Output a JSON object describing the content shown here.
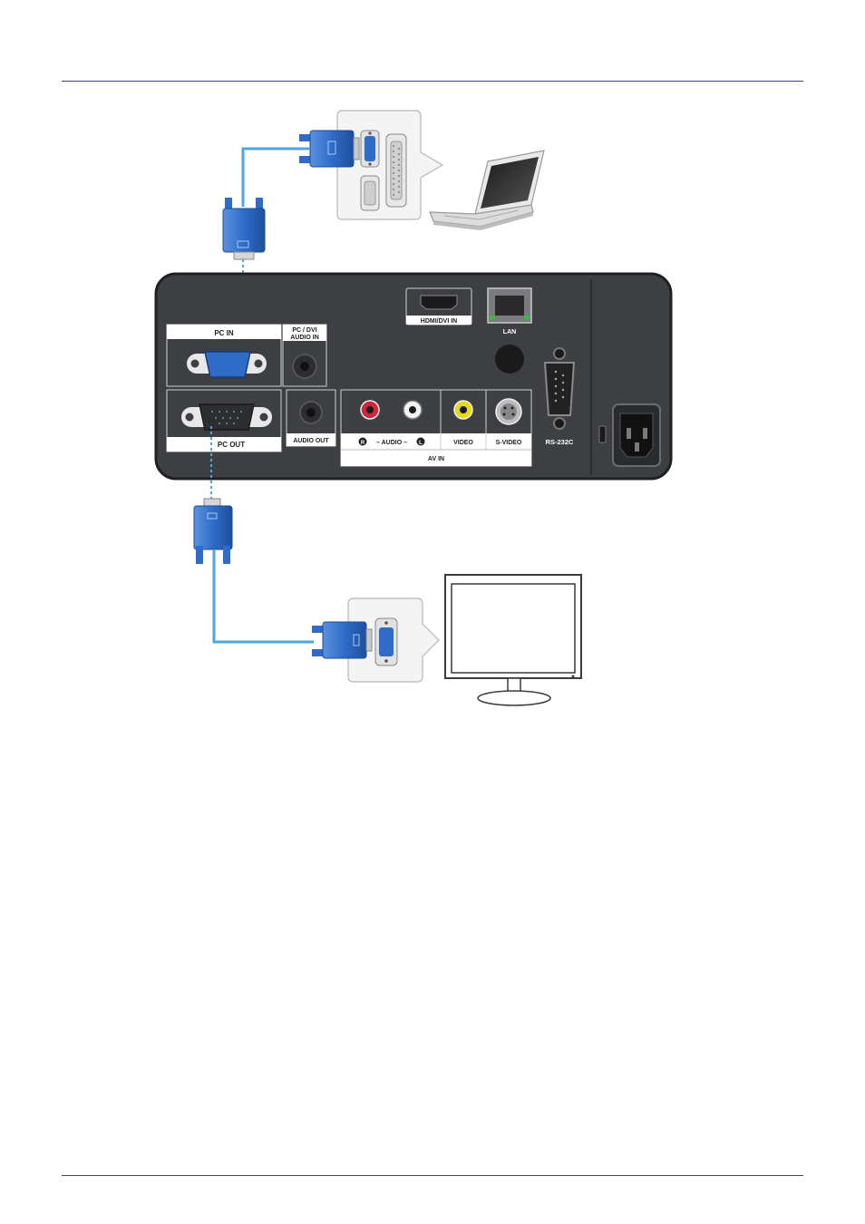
{
  "panel": {
    "pc_in": "PC IN",
    "pc_dvi_audio_in_line1": "PC / DVI",
    "pc_dvi_audio_in_line2": "AUDIO IN",
    "hdmi_dvi_in": "HDMI/DVI IN",
    "lan": "LAN",
    "pc_out": "PC OUT",
    "audio_out": "AUDIO OUT",
    "audio_r": "R",
    "audio": "– AUDIO –",
    "audio_l": "L",
    "video": "VIDEO",
    "s_video": "S-VIDEO",
    "av_in": "AV IN",
    "rs232c": "RS-232C"
  },
  "colors": {
    "panel": "#3e3f43",
    "panel_border": "#2a2b2e",
    "label_band": "#ffffff",
    "vga_blue": "#2f6cc8",
    "cable_blue": "#4ea6e0",
    "rule": "#3a3f86",
    "audio_red": "#d4243a",
    "video_yellow": "#e8d81a"
  },
  "icons": [
    "laptop-icon",
    "monitor-icon",
    "vga-cable-icon",
    "power-socket-icon",
    "serial-port-icon",
    "s-video-port-icon"
  ]
}
